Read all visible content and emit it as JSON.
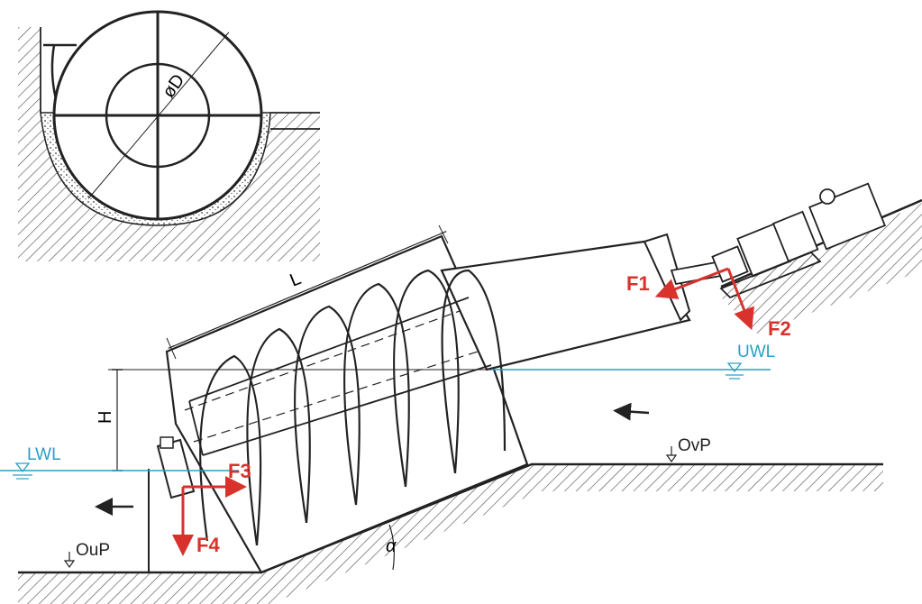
{
  "diagram": {
    "dimensions": {
      "diameter": "øD",
      "length": "L",
      "height": "H",
      "angle": "α"
    },
    "water_levels": {
      "upper": "UWL",
      "lower": "LWL"
    },
    "points": {
      "overflow": "OvP",
      "outflow": "OuP"
    },
    "forces": [
      "F1",
      "F2",
      "F3",
      "F4"
    ],
    "colors": {
      "force": "#d9322c",
      "water": "#2a9fc3",
      "line": "#222222",
      "hatch": "#555555"
    }
  }
}
